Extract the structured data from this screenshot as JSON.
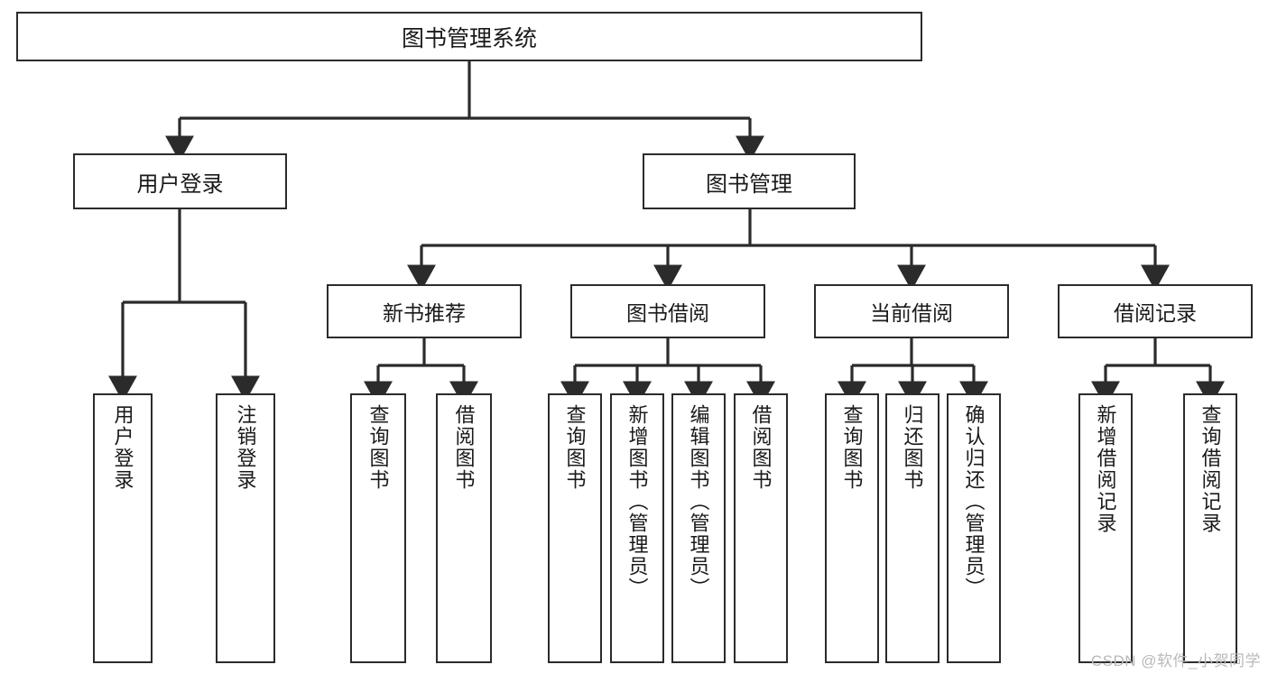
{
  "diagram": {
    "title": "图书管理系统",
    "watermark": "CSDN @软件_小贺同学",
    "accent_color": "#2b2b2b",
    "background_color": "#ffffff",
    "nodes": {
      "root": {
        "label": "图书管理系统"
      },
      "level1": [
        {
          "label": "用户登录"
        },
        {
          "label": "图书管理"
        }
      ],
      "level2": [
        {
          "label": "新书推荐"
        },
        {
          "label": "图书借阅"
        },
        {
          "label": "当前借阅"
        },
        {
          "label": "借阅记录"
        }
      ],
      "leaves": {
        "user_login": [
          {
            "label": "用户登录"
          },
          {
            "label": "注销登录"
          }
        ],
        "new_book": [
          {
            "label": "查询图书"
          },
          {
            "label": "借阅图书"
          }
        ],
        "book_borrow": [
          {
            "label": "查询图书"
          },
          {
            "label": "新增图书（管理员）"
          },
          {
            "label": "编辑图书（管理员）"
          },
          {
            "label": "借阅图书"
          }
        ],
        "current_borrow": [
          {
            "label": "查询图书"
          },
          {
            "label": "归还图书"
          },
          {
            "label": "确认归还（管理员）"
          }
        ],
        "borrow_record": [
          {
            "label": "新增借阅记录"
          },
          {
            "label": "查询借阅记录"
          }
        ]
      }
    }
  }
}
